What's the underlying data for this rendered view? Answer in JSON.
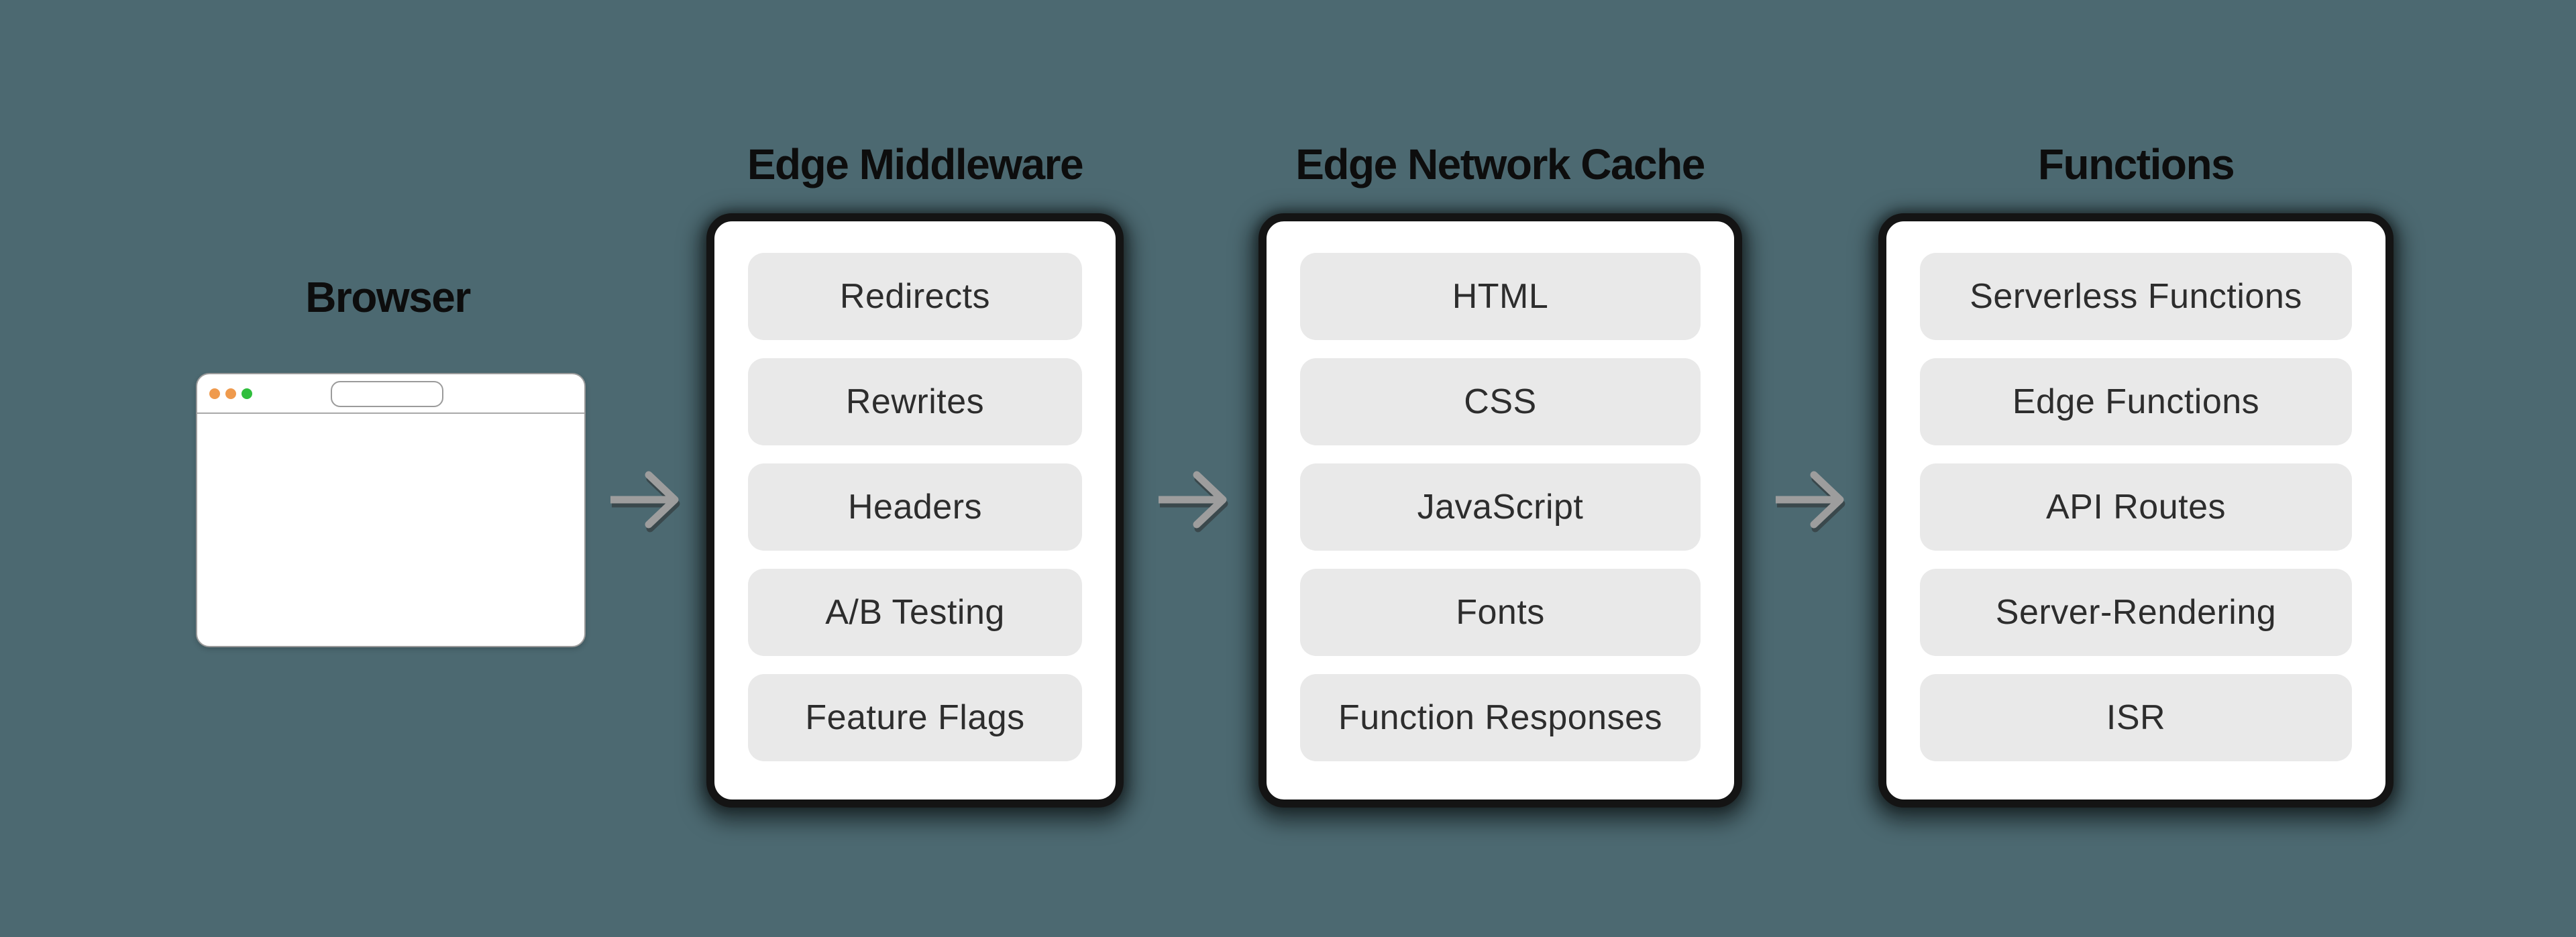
{
  "colors": {
    "background": "#4C6971",
    "panel_border": "#141414",
    "panel_bg": "#FFFFFF",
    "pill_bg": "#E9E9E9",
    "pill_text": "#2D2D2D",
    "title_text": "#0D0D0D",
    "arrow": "#9D9D9D",
    "traffic_light_1": "#EF9A4D",
    "traffic_light_2": "#EF9A4D",
    "traffic_light_3": "#30BE3D"
  },
  "browser": {
    "label": "Browser"
  },
  "panels": [
    {
      "title": "Edge Middleware",
      "items": [
        "Redirects",
        "Rewrites",
        "Headers",
        "A/B Testing",
        "Feature Flags"
      ]
    },
    {
      "title": "Edge Network Cache",
      "items": [
        "HTML",
        "CSS",
        "JavaScript",
        "Fonts",
        "Function Responses"
      ]
    },
    {
      "title": "Functions",
      "items": [
        "Serverless Functions",
        "Edge Functions",
        "API Routes",
        "Server-Rendering",
        "ISR"
      ]
    }
  ]
}
